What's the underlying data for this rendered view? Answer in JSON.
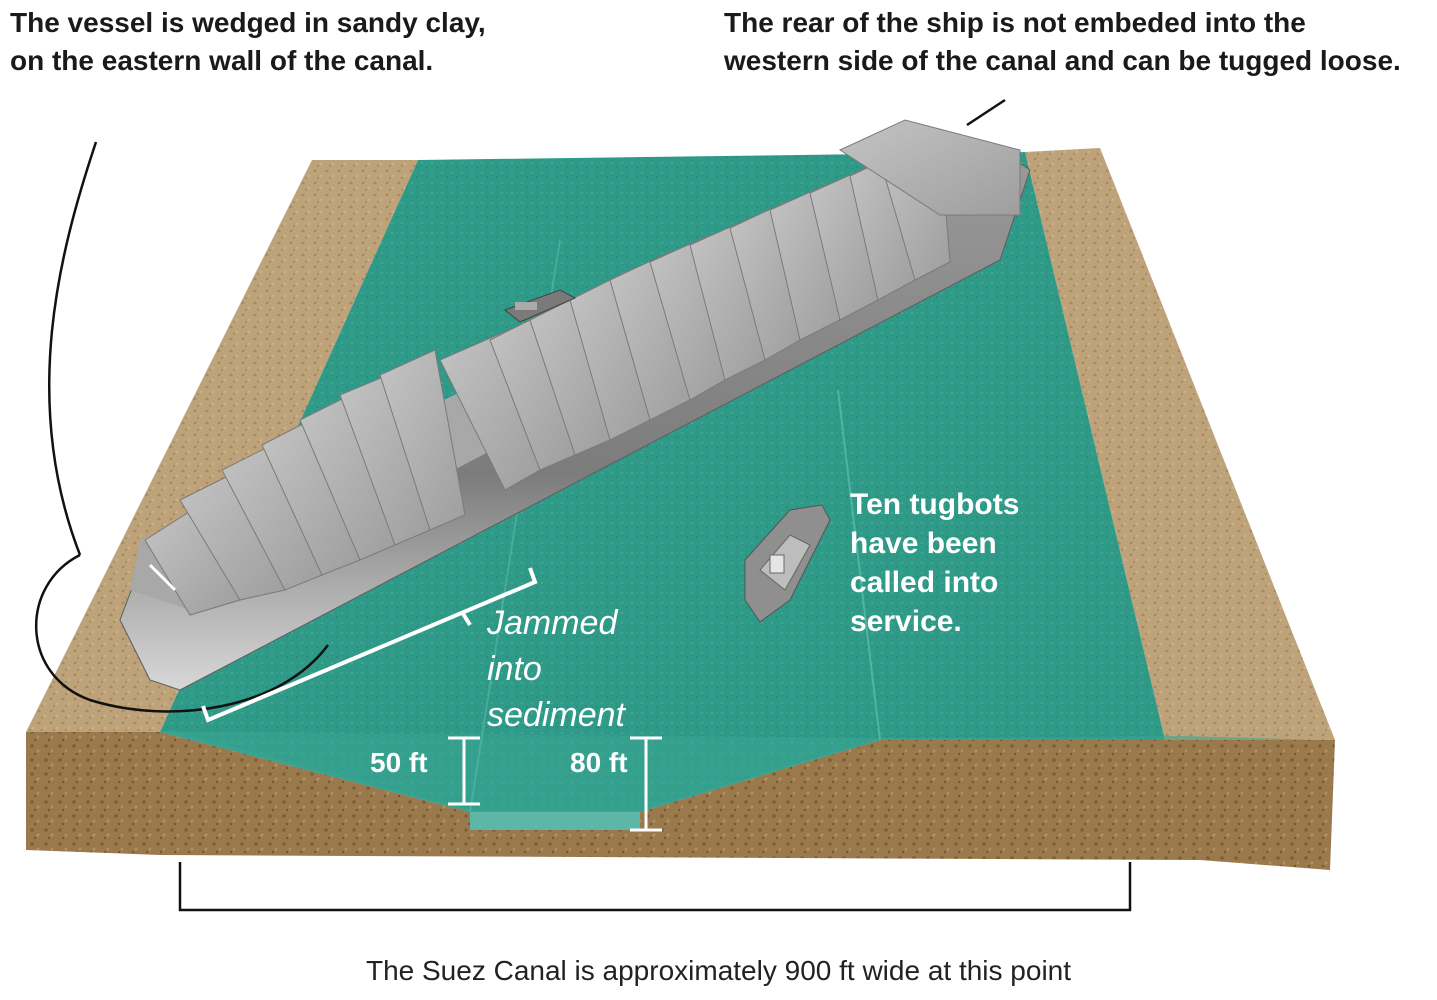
{
  "captions": {
    "left": [
      "The vessel is wedged in sandy clay,",
      "on the eastern wall of the canal."
    ],
    "right": [
      "The rear of the ship is not embeded into the",
      "western side of the canal and can be tugged loose."
    ],
    "tugboats": [
      "Ten tugbots",
      "have been",
      "called into",
      "service."
    ],
    "jammed": [
      "Jammed",
      "into",
      "sediment"
    ],
    "bottom": "The Suez Canal is approximately 900 ft wide at this point"
  },
  "depths": {
    "shallow": "50 ft",
    "deep": "80 ft"
  },
  "colors": {
    "water": "#2f9a88",
    "water_light": "#5fb8a8",
    "sand": "#b89a70",
    "earth": "#8a6a3e",
    "ship_hull": "#8c8c8c",
    "containers": "#b2b2b2"
  }
}
